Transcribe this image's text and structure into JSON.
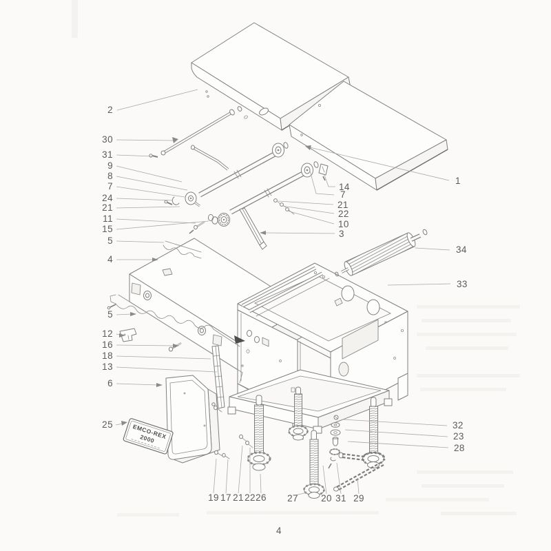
{
  "page": {
    "number": "4"
  },
  "nameplate": {
    "brand": "EMCO-REX",
    "model": "2000"
  },
  "part_labels": {
    "left_column": [
      "2",
      "30",
      "31",
      "9",
      "8",
      "7",
      "24",
      "21",
      "11",
      "15",
      "5",
      "4",
      "5",
      "12",
      "16",
      "18",
      "13",
      "6",
      "25"
    ],
    "right_column": [
      "1",
      "14",
      "7",
      "21",
      "22",
      "10",
      "3",
      "34",
      "33",
      "32",
      "23",
      "28"
    ],
    "bottom_row": [
      "19",
      "17",
      "21",
      "22",
      "26",
      "27",
      "20",
      "31",
      "29"
    ]
  }
}
